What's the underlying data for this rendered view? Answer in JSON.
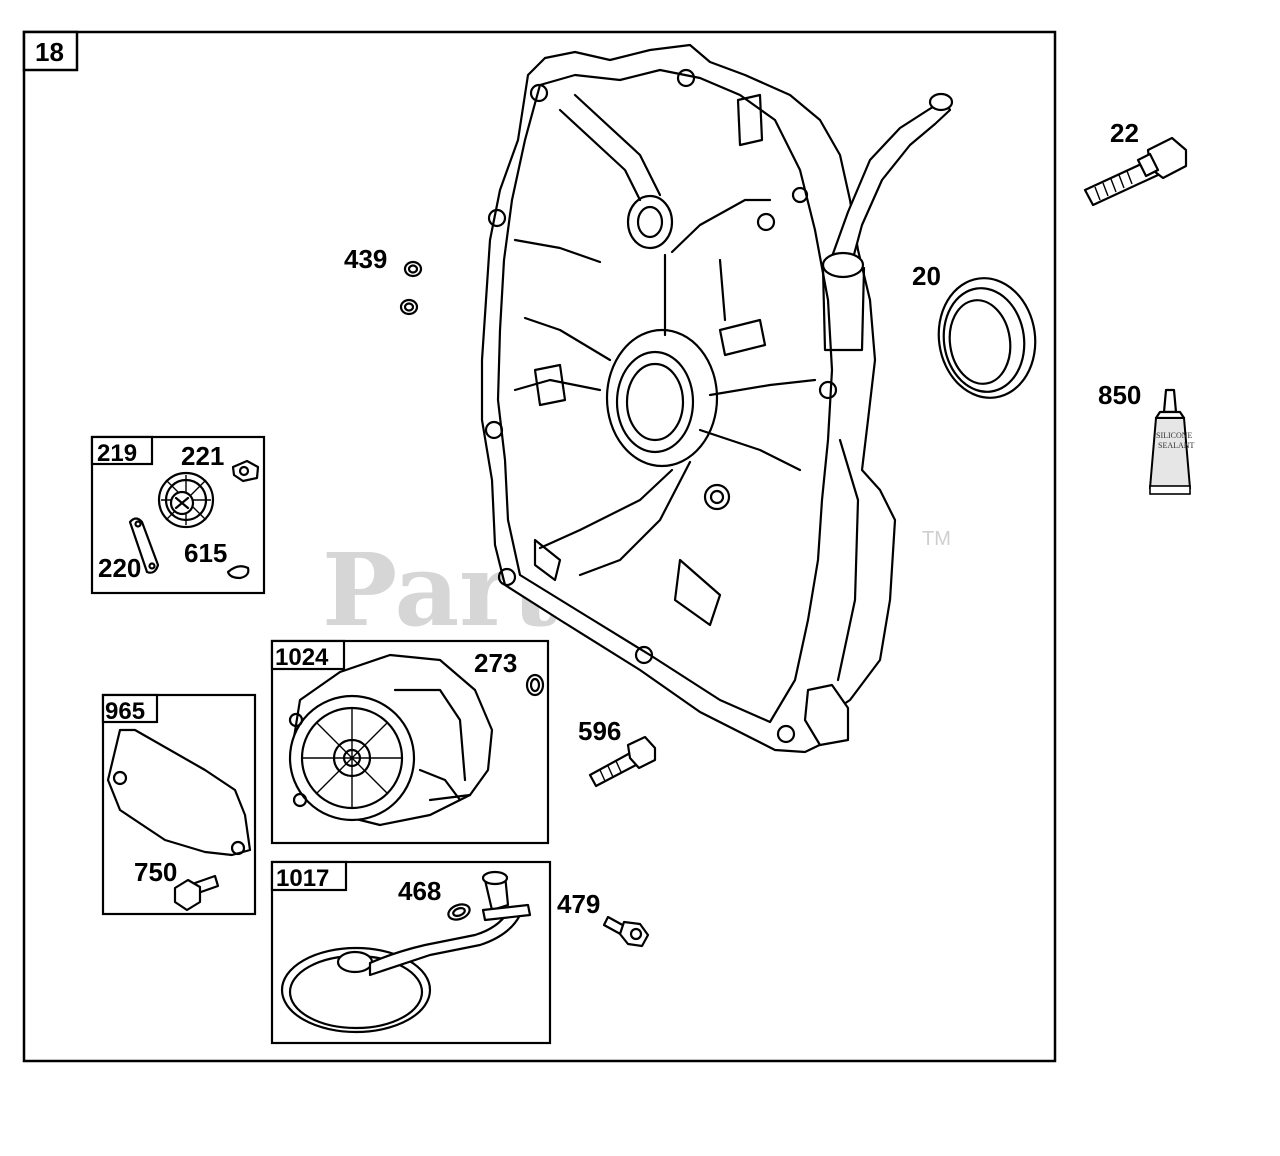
{
  "watermark": {
    "text": "PartsTree",
    "trademark": "TM"
  },
  "frame_label": "18",
  "parts": {
    "p22": "22",
    "p20": "20",
    "p439": "439",
    "p850": "850",
    "p596": "596",
    "p479": "479"
  },
  "sealant_tube": {
    "line1": "SILICONE",
    "line2": "SEALANT"
  },
  "boxes": {
    "b219": {
      "title": "219",
      "parts": [
        "221",
        "220",
        "615"
      ]
    },
    "b1024": {
      "title": "1024",
      "parts": [
        "273"
      ]
    },
    "b965": {
      "title": "965",
      "parts": [
        "750"
      ]
    },
    "b1017": {
      "title": "1017",
      "parts": [
        "468"
      ]
    }
  }
}
